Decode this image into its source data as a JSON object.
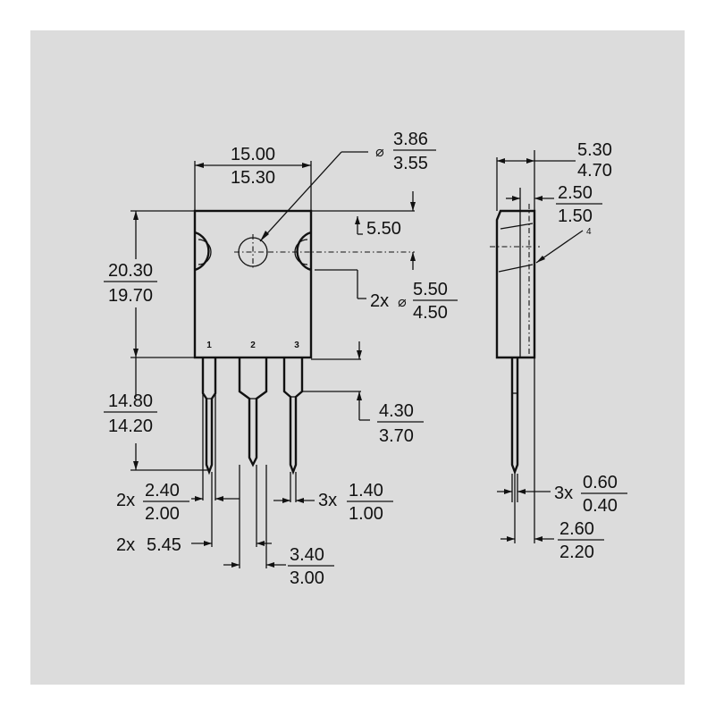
{
  "colors": {
    "background": "#dcdcdc",
    "line": "#111111"
  },
  "front_view": {
    "body_width": {
      "max": "15.00",
      "min": "15.30"
    },
    "hole_diameter": {
      "max": "3.86",
      "min": "3.55",
      "symbol": "⌀"
    },
    "hole_offset": "5.50",
    "notch_diameter": {
      "prefix": "2x",
      "symbol": "⌀",
      "max": "5.50",
      "min": "4.50"
    },
    "body_height": {
      "max": "20.30",
      "min": "19.70"
    },
    "lead_length": {
      "max": "14.80",
      "min": "14.20"
    },
    "shoulder_length": {
      "max": "4.30",
      "min": "3.70"
    },
    "wide_lead_width": {
      "prefix": "2x",
      "max": "2.40",
      "min": "2.00"
    },
    "lead_width": {
      "prefix": "3x",
      "max": "1.40",
      "min": "1.00"
    },
    "pitch": {
      "prefix": "2x",
      "value": "5.45"
    },
    "center_lead_width": {
      "max": "3.40",
      "min": "3.00"
    },
    "pins": [
      "1",
      "2",
      "3"
    ]
  },
  "side_view": {
    "thickness": {
      "max": "5.30",
      "min": "4.70"
    },
    "tab_thickness": {
      "max": "2.50",
      "min": "1.50"
    },
    "angle_mark": "4",
    "lead_thickness": {
      "prefix": "3x",
      "max": "0.60",
      "min": "0.40"
    },
    "lead_offset": {
      "max": "2.60",
      "min": "2.20"
    }
  }
}
